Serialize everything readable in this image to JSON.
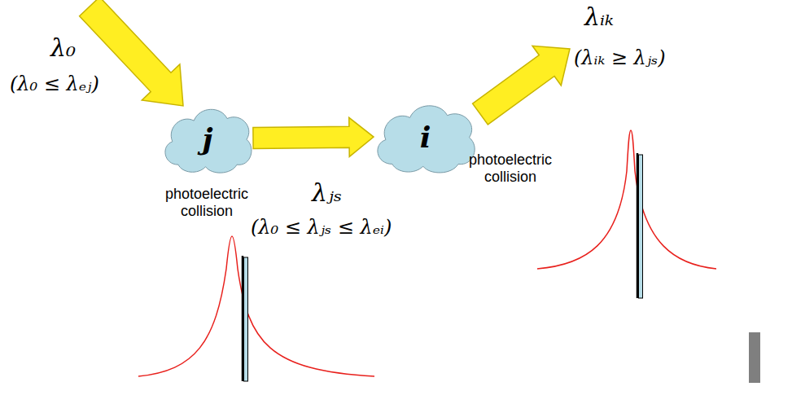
{
  "diagram": {
    "nodes": [
      {
        "text": [
          "j"
        ]
      },
      {
        "text": [
          "i"
        ]
      }
    ],
    "edges": [
      {
        "from": 0,
        "to": 1,
        "arrow": "to"
      }
    ],
    "labels": [
      "λ₀",
      "(λ₀ ≤ λₑⱼ)",
      "photoelectric collision",
      "λⱼₛ",
      "(λ₀ ≤ λⱼₛ ≤ λₑᵢ)",
      "λᵢₖ",
      "(λᵢₖ ≥ λⱼₛ)",
      "photoelectric collision"
    ]
  }
}
